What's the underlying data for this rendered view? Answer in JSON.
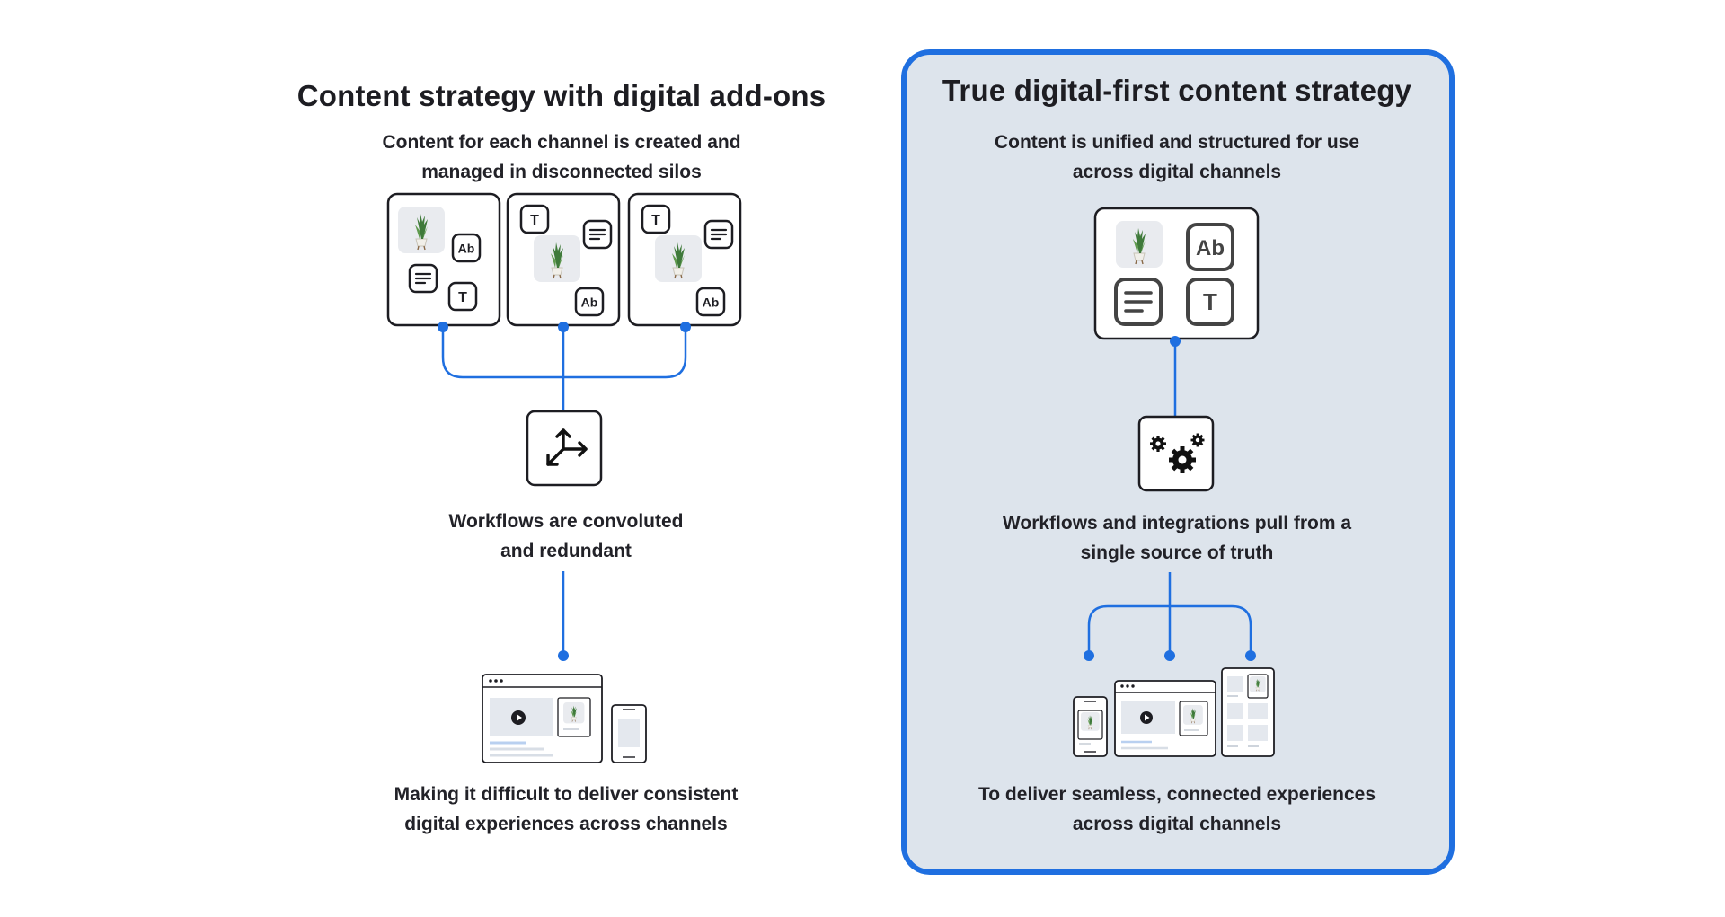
{
  "left": {
    "title": "Content strategy with digital add-ons",
    "subtitle": [
      "Content for each channel is created and",
      "managed in disconnected silos"
    ],
    "workflow": [
      "Workflows are convoluted",
      "and redundant"
    ],
    "outcome": [
      "Making it difficult to deliver consistent",
      "digital experiences across channels"
    ],
    "silos": [
      {
        "icons": [
          "plant-image",
          "ab-icon",
          "paragraph-icon",
          "t-icon"
        ]
      },
      {
        "icons": [
          "t-icon",
          "paragraph-icon",
          "plant-image",
          "ab-icon"
        ]
      },
      {
        "icons": [
          "t-icon",
          "paragraph-icon",
          "plant-image",
          "ab-icon"
        ]
      }
    ]
  },
  "right": {
    "title": "True digital-first content strategy",
    "subtitle": [
      "Content is unified and structured for use",
      "across digital channels"
    ],
    "workflow": [
      "Workflows and integrations pull from a",
      "single source of truth"
    ],
    "outcome": [
      "To deliver seamless, connected experiences",
      "across digital channels"
    ],
    "hub": {
      "icons": [
        "plant-image",
        "ab-icon",
        "paragraph-icon",
        "t-icon"
      ]
    }
  },
  "icon_labels": {
    "ab": "Ab",
    "t": "T"
  },
  "colors": {
    "accent": "#1f6fe0",
    "panel": "#dde4ec",
    "stroke": "#1d1d22",
    "tile": "#e9ebef",
    "mock_gray": "#d8dee6"
  }
}
